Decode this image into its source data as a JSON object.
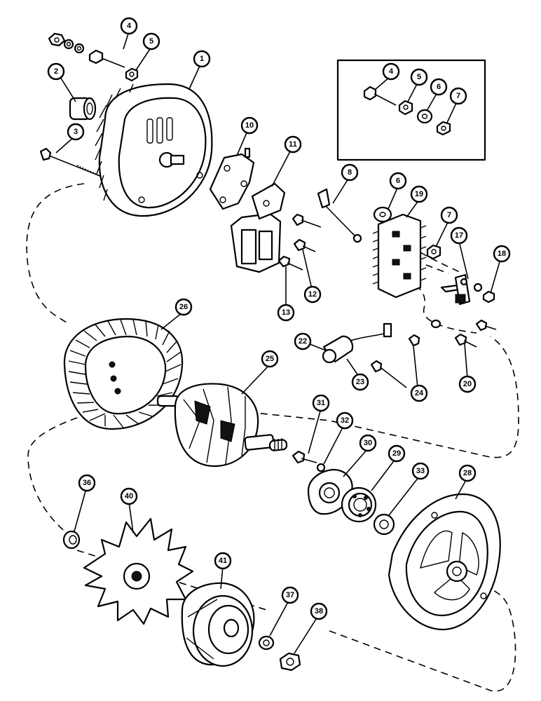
{
  "callouts": {
    "c1": "1",
    "c2": "2",
    "c3": "3",
    "c4a": "4",
    "c5a": "5",
    "c4b": "4",
    "c5b": "5",
    "c6a": "6",
    "c7a": "7",
    "c6b": "6",
    "c7b": "7",
    "c8": "8",
    "c10": "10",
    "c11": "11",
    "c12": "12",
    "c13": "13",
    "c17": "17",
    "c18": "18",
    "c19": "19",
    "c20": "20",
    "c22": "22",
    "c23": "23",
    "c24": "24",
    "c25": "25",
    "c26": "26",
    "c28": "28",
    "c29": "29",
    "c30": "30",
    "c31": "31",
    "c32": "32",
    "c33": "33",
    "c36": "36",
    "c37": "37",
    "c38": "38",
    "c40": "40",
    "c41": "41"
  }
}
